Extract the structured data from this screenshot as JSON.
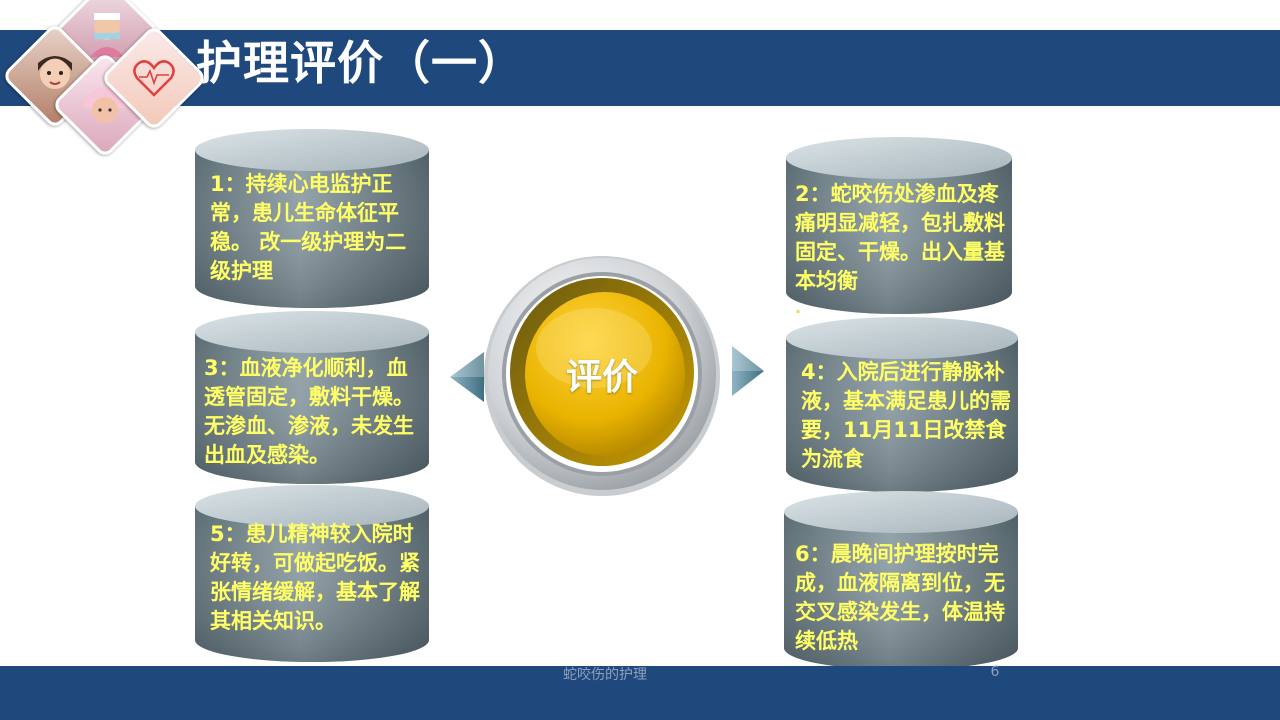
{
  "title": "护理评价（一）",
  "center_label": "评价",
  "cards": [
    {
      "text": "1：持续心电监护正常，患儿生命体征平稳。 改一级护理为二级护理"
    },
    {
      "text": "2：蛇咬伤处渗血及疼痛明显减轻，包扎敷料固定、干燥。出入量基本均衡"
    },
    {
      "text": "3：血液净化顺利，血透管固定，敷料干燥。无渗血、渗液，未发生出血及感染。"
    },
    {
      "text": "4：入院后进行静脉补液，基本满足患儿的需要，11月11日改禁食为流食"
    },
    {
      "text": "5：患儿精神较入院时好转，可做起吃饭。紧张情绪缓解，基本了解其相关知识。"
    },
    {
      "text": "6：晨晚间护理按时完成，血液隔离到位，无交叉感染发生，体温持续低热"
    }
  ],
  "stray_dot": ".",
  "footer": {
    "text": "蛇咬伤的护理",
    "page": "6"
  },
  "colors": {
    "bar": "#1f497d",
    "card_text": "#ffff66",
    "gold": "#e8b800"
  },
  "icons": [
    "photo-nurse-icon",
    "photo-woman-icon",
    "photo-baby-icon",
    "heart-icon",
    "left-arrow-icon",
    "right-arrow-icon"
  ]
}
